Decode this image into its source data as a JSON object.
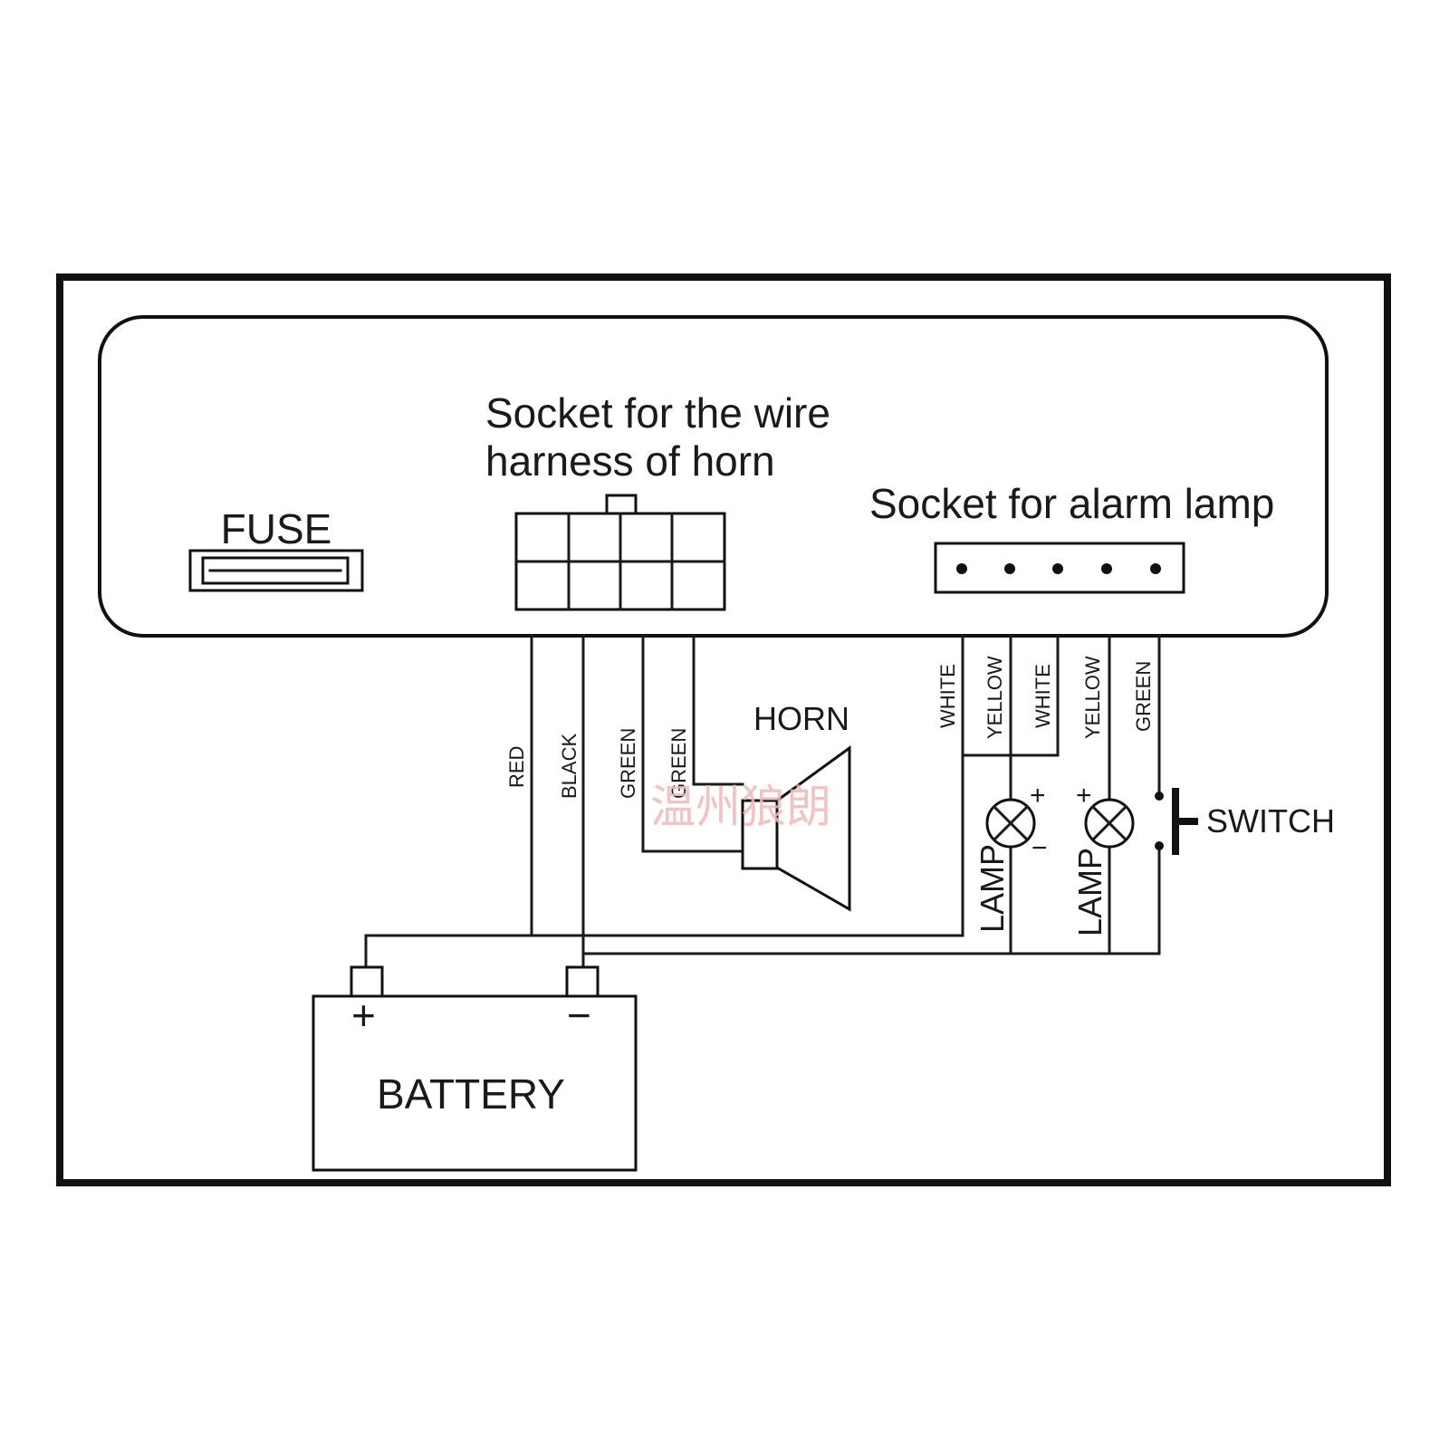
{
  "labels": {
    "fuse": "FUSE",
    "horn_socket_line1": "Socket for the wire",
    "horn_socket_line2": "harness of horn",
    "alarm_socket": "Socket for alarm lamp",
    "horn": "HORN",
    "switch": "SWITCH",
    "battery": "BATTERY",
    "lamp1": "LAMP",
    "lamp2": "LAMP"
  },
  "wires": {
    "red": "RED",
    "black": "BLACK",
    "green1": "GREEN",
    "green2": "GREEN",
    "white1": "WHITE",
    "yellow1": "YELLOW",
    "white2": "WHITE",
    "yellow2": "YELLOW",
    "green3": "GREEN"
  },
  "symbols": {
    "battery_plus": "+",
    "battery_minus": "−",
    "lamp1_plus": "+",
    "lamp1_minus": "−",
    "lamp2_plus": "+"
  },
  "watermark": "温州狼朗",
  "colors": {
    "line": "#1a1a1a",
    "watermark": "#f2b8b8"
  }
}
